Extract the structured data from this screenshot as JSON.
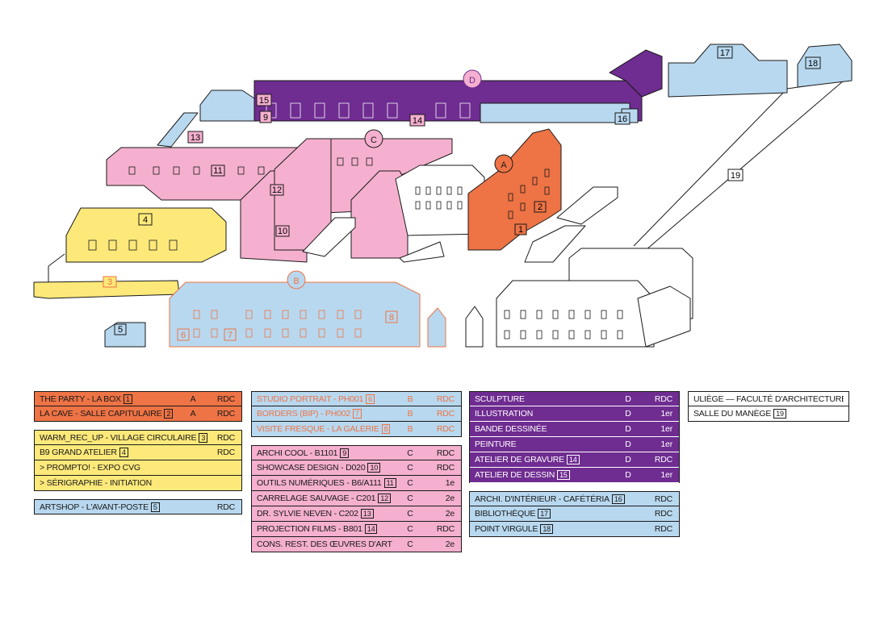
{
  "map": {
    "building_letters": [
      "A",
      "B",
      "C",
      "D"
    ],
    "zone_numbers": [
      "1",
      "2",
      "3",
      "4",
      "5",
      "6",
      "7",
      "8",
      "9",
      "10",
      "11",
      "12",
      "13",
      "14",
      "15",
      "16",
      "17",
      "18",
      "19"
    ]
  },
  "colors": {
    "orange": "#ee7345",
    "yellow": "#fde97a",
    "light_blue": "#b8d8ef",
    "pink": "#f5b0cf",
    "purple": "#6f2c91",
    "outline": "#1a1a1a"
  },
  "legend": {
    "orange": [
      {
        "name": "THE PARTY - LA BOX",
        "num": "1",
        "building": "A",
        "level": "RDC"
      },
      {
        "name": "LA CAVE - SALLE CAPITULAIRE",
        "num": "2",
        "building": "A",
        "level": "RDC"
      }
    ],
    "yellow": [
      {
        "name": "WARM_REC_UP - VILLAGE CIRCULAIRE",
        "num": "3",
        "building": "",
        "level": "RDC"
      },
      {
        "name": "B9 GRAND ATELIER",
        "num": "4",
        "building": "",
        "level": "RDC"
      },
      {
        "name": "> PROMPTO! - EXPO CVG",
        "num": "",
        "building": "",
        "level": ""
      },
      {
        "name": "> SÉRIGRAPHIE - INITIATION",
        "num": "",
        "building": "",
        "level": ""
      }
    ],
    "artshop": [
      {
        "name": "ARTSHOP - L'AVANT-POSTE",
        "num": "5",
        "building": "",
        "level": "RDC"
      }
    ],
    "blue_b": [
      {
        "name": "STUDIO PORTRAIT - PH001",
        "num": "6",
        "building": "B",
        "level": "RDC"
      },
      {
        "name": "BORDERS (BIP) - PH002",
        "num": "7",
        "building": "B",
        "level": "RDC"
      },
      {
        "name": "VISITE FRESQUE - LA GALERIE",
        "num": "8",
        "building": "B",
        "level": "RDC"
      }
    ],
    "pink": [
      {
        "name": "ARCHI COOL - B1101",
        "num": "9",
        "building": "C",
        "level": "RDC"
      },
      {
        "name": "SHOWCASE DESIGN - D020",
        "num": "10",
        "building": "C",
        "level": "RDC"
      },
      {
        "name": "OUTILS NUMÉRIQUES - B6/A111",
        "num": "11",
        "building": "C",
        "level": "1e"
      },
      {
        "name": "CARRELAGE SAUVAGE - C201",
        "num": "12",
        "building": "C",
        "level": "2e"
      },
      {
        "name": "DR. SYLVIE NEVEN - C202",
        "num": "13",
        "building": "C",
        "level": "2e"
      },
      {
        "name": "PROJECTION FILMS - B801",
        "num": "14",
        "building": "C",
        "level": "RDC"
      },
      {
        "name": "CONS. REST. DES ŒUVRES D'ART",
        "num": "",
        "building": "C",
        "level": "2e"
      }
    ],
    "purple": [
      {
        "name": "SCULPTURE",
        "num": "",
        "building": "D",
        "level": "RDC"
      },
      {
        "name": "ILLUSTRATION",
        "num": "",
        "building": "D",
        "level": "1er"
      },
      {
        "name": "BANDE DESSINÉE",
        "num": "",
        "building": "D",
        "level": "1er"
      },
      {
        "name": "PEINTURE",
        "num": "",
        "building": "D",
        "level": "1er"
      },
      {
        "name": "ATELIER DE GRAVURE",
        "num": "14",
        "building": "D",
        "level": "RDC"
      },
      {
        "name": "ATELIER DE DESSIN",
        "num": "15",
        "building": "D",
        "level": "1er"
      }
    ],
    "blue_d": [
      {
        "name": "ARCHI. D'INTÉRIEUR - CAFÉTÉRIA",
        "num": "16",
        "building": "",
        "level": "RDC"
      },
      {
        "name": "BIBLIOTHÈQUE",
        "num": "17",
        "building": "",
        "level": "RDC"
      },
      {
        "name": "POINT VIRGULE",
        "num": "18",
        "building": "",
        "level": "RDC"
      }
    ],
    "uliege": [
      {
        "name": "ULIÈGE — FACULTÉ D'ARCHITECTURE",
        "num": "",
        "building": "",
        "level": ""
      },
      {
        "name": "SALLE DU MANÈGE",
        "num": "19",
        "building": "",
        "level": ""
      }
    ]
  }
}
